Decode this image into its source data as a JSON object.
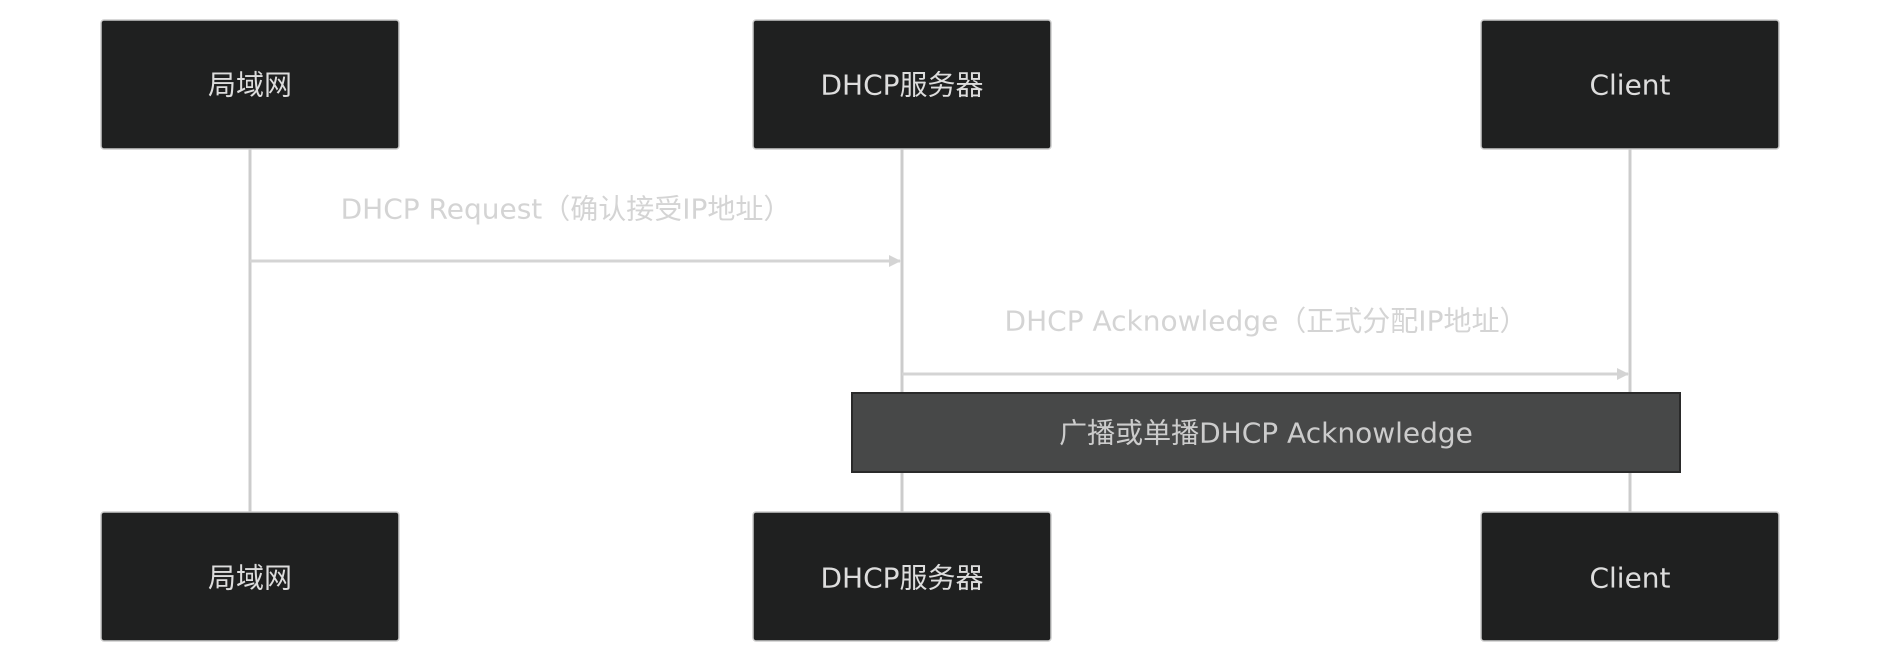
{
  "actors": [
    {
      "label": "局域网"
    },
    {
      "label": "DHCP服务器"
    },
    {
      "label": "Client"
    }
  ],
  "messages": [
    {
      "from": "局域网",
      "to": "DHCP服务器",
      "label": "DHCP Request（确认接受IP地址）"
    },
    {
      "from": "DHCP服务器",
      "to": "Client",
      "label": "DHCP Acknowledge（正式分配IP地址）"
    }
  ],
  "note": {
    "label": "广播或单播DHCP Acknowledge"
  },
  "colors": {
    "actor_fill": "#1f2020",
    "note_fill": "#474848",
    "line": "#cccccc"
  }
}
